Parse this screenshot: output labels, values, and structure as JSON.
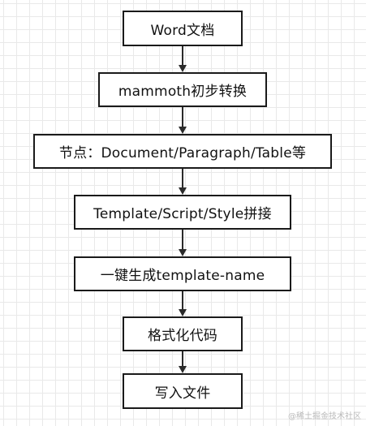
{
  "diagram": {
    "nodes": [
      {
        "id": "word-doc",
        "label": "Word文档"
      },
      {
        "id": "mammoth",
        "label": "mammoth初步转换"
      },
      {
        "id": "nodes",
        "label": "节点：Document/Paragraph/Table等"
      },
      {
        "id": "concat",
        "label": "Template/Script/Style拼接"
      },
      {
        "id": "generate",
        "label": "一键生成template-name"
      },
      {
        "id": "format",
        "label": "格式化代码"
      },
      {
        "id": "write",
        "label": "写入文件"
      }
    ],
    "edges": [
      {
        "from": "word-doc",
        "to": "mammoth"
      },
      {
        "from": "mammoth",
        "to": "nodes"
      },
      {
        "from": "nodes",
        "to": "concat"
      },
      {
        "from": "concat",
        "to": "generate"
      },
      {
        "from": "generate",
        "to": "format"
      },
      {
        "from": "format",
        "to": "write"
      }
    ]
  },
  "watermark": "@稀土掘金技术社区"
}
